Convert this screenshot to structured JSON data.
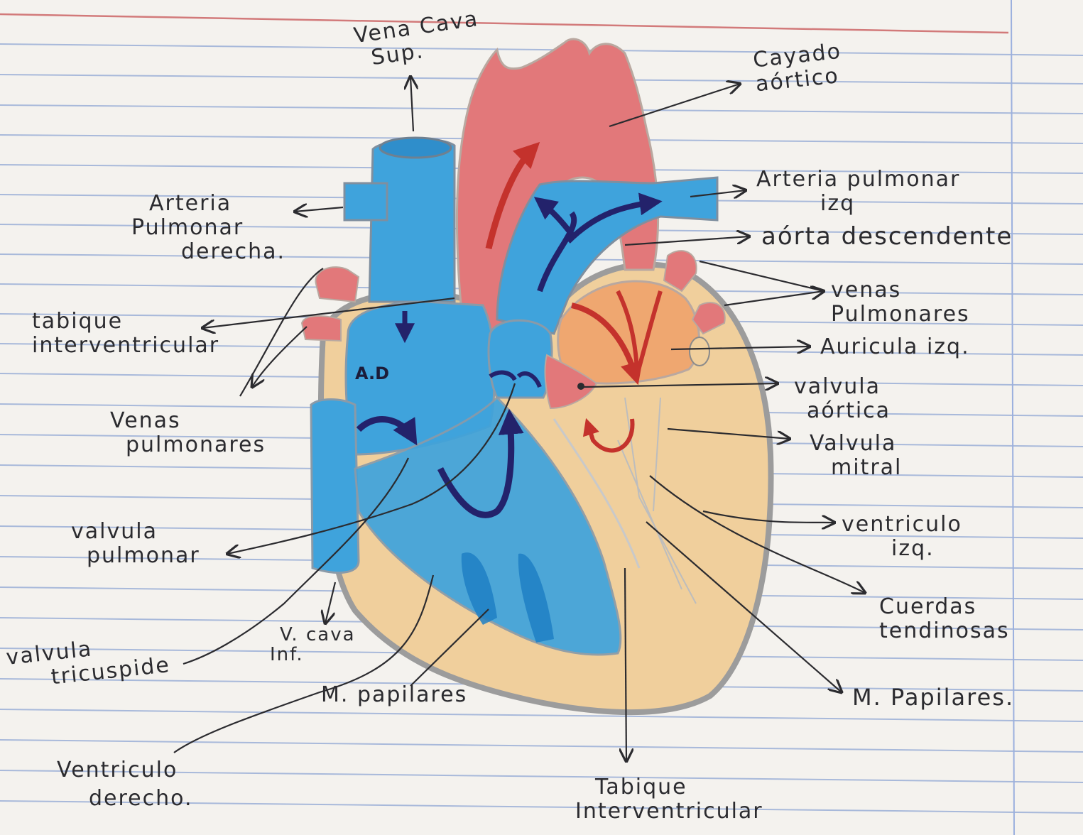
{
  "labels": {
    "vena_cava_sup": [
      "Vena Cava",
      "Sup."
    ],
    "cayado_aortico": [
      "Cayado",
      "aórtico"
    ],
    "arteria_pulmonar_izq": [
      "Arteria pulmonar",
      "izq"
    ],
    "aorta_descendente": "aórta descendente",
    "venas_pulmonares_der": [
      "venas",
      "Pulmonares"
    ],
    "auricula_izq": "Auricula izq.",
    "valvula_aortica": [
      "valvula",
      "aórtica"
    ],
    "valvula_mitral": [
      "Valvula",
      "mitral"
    ],
    "ventriculo_izq": [
      "ventriculo",
      "izq."
    ],
    "cuerdas_tendinosas": [
      "Cuerdas",
      "tendinosas"
    ],
    "m_papilares_der": "M. Papilares.",
    "tabique_interventricular_bottom": [
      "Tabique",
      "Interventricular"
    ],
    "ventriculo_derecho": [
      "Ventriculo",
      "derecho."
    ],
    "m_papilares_left": "M. papilares",
    "v_cava_inf": [
      "V. cava",
      "Inf."
    ],
    "valvula_tricuspide": [
      "valvula",
      "tricuspide"
    ],
    "valvula_pulmonar": [
      "valvula",
      "pulmonar"
    ],
    "venas_pulmonares_left": [
      "Venas",
      "pulmonares"
    ],
    "tabique_interventricular_left": [
      "tabique",
      "interventricular"
    ],
    "arteria_pulmonar_derecha": [
      "Arteria",
      "Pulmonar",
      "derecha."
    ],
    "atrium_abbrev": "A.D"
  },
  "colors": {
    "paper": "#f4f2ee",
    "rule_line": "#8fa6d4",
    "margin_line": "#d27a7a",
    "deoxygenated_blue": "#3fa3dc",
    "oxygenated_red": "#e2787a",
    "myocardium_tan": "#f0cf9c",
    "ink": "#2b2b2f",
    "arrow_navy": "#23226b",
    "arrow_red": "#c4322c"
  }
}
